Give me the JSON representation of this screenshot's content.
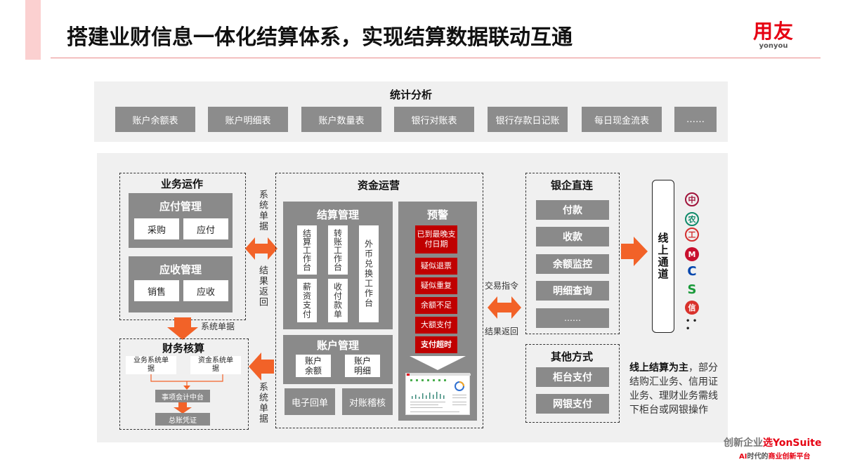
{
  "header": {
    "title": "搭建业财信息一体化结算体系，实现结算数据联动互通",
    "logo_brand": "用友",
    "logo_sub": "yonyou"
  },
  "stats": {
    "title": "统计分析",
    "items": [
      "账户余额表",
      "账户明细表",
      "账户数量表",
      "银行对账表",
      "银行存款日记账",
      "每日现金流表",
      "……"
    ]
  },
  "business": {
    "title": "业务运作",
    "payable": {
      "title": "应付管理",
      "items": [
        "采购",
        "应付"
      ]
    },
    "receivable": {
      "title": "应收管理",
      "items": [
        "销售",
        "应收"
      ]
    }
  },
  "arrows": {
    "biz_to_fund_top": "系统单据",
    "biz_to_fund_bottom": "结果返回",
    "biz_to_acct": "系统单据",
    "fund_to_acct": "系统单据",
    "fund_to_bank_top": "交易指令",
    "fund_to_bank_bottom": "结果返回"
  },
  "accounting": {
    "title": "财务核算",
    "sources": [
      "业务系统单据",
      "资金系统单据"
    ],
    "middle": "事项会计中台",
    "final": "总账凭证"
  },
  "fund": {
    "title": "资金运营",
    "settlement": {
      "title": "结算管理",
      "items": [
        "结算工作台",
        "转账工作台",
        "外币兑换工作台",
        "薪资支付",
        "收付款单"
      ]
    },
    "warning": {
      "title": "预警",
      "items": [
        "已到最晚支付日期",
        "疑似退票",
        "疑似重复",
        "余额不足",
        "大额支付",
        "支付超时"
      ]
    },
    "account": {
      "title": "账户管理",
      "items": [
        "账户余额",
        "账户明细"
      ]
    },
    "extras": [
      "电子回单",
      "对账稽核"
    ]
  },
  "bank_direct": {
    "title": "银企直连",
    "items": [
      "付款",
      "收款",
      "余额监控",
      "明细查询",
      "……"
    ]
  },
  "online_channel": {
    "label": "线上通道",
    "banks": [
      {
        "name": "bank-of-china-icon",
        "glyph": "中",
        "color": "#a0133a"
      },
      {
        "name": "agricultural-bank-icon",
        "glyph": "农",
        "color": "#0f8a6a"
      },
      {
        "name": "icbc-icon",
        "glyph": "工",
        "color": "#d32f2f"
      },
      {
        "name": "merchants-bank-icon",
        "glyph": "M",
        "color": "#c8102e"
      },
      {
        "name": "ccb-icon",
        "glyph": "C",
        "color": "#0046ad"
      },
      {
        "name": "spd-bank-icon",
        "glyph": "S",
        "color": "#1a9a3a"
      },
      {
        "name": "citic-bank-icon",
        "glyph": "信",
        "color": "#d9322c"
      }
    ],
    "more": "• • •"
  },
  "other_methods": {
    "title": "其他方式",
    "items": [
      "柜台支付",
      "网银支付"
    ]
  },
  "note": {
    "bold": "线上结算为主",
    "rest": "，部分结购汇业务、信用证业务、理财业务需线下柜台或网银操作"
  },
  "footer": {
    "line1_prefix": "创新企业",
    "line1_red": "选YonSuite",
    "line2_ai": "AI",
    "line2_mid": "时代的",
    "line2_red": "商业创新平台"
  }
}
